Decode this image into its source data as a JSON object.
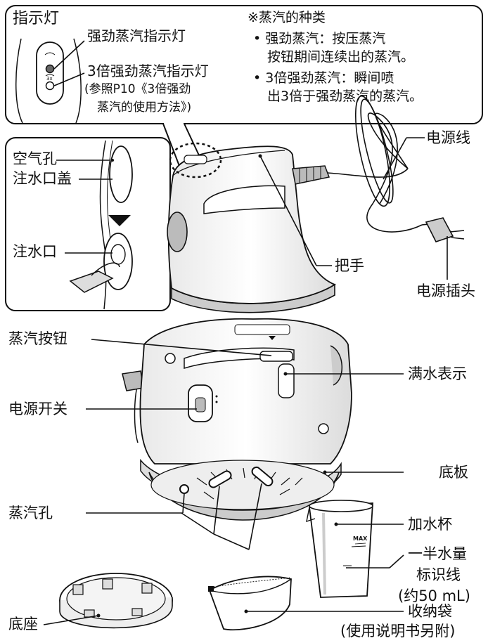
{
  "callout_top": {
    "title": "指示灯",
    "strong_indicator": "强劲蒸汽指示灯",
    "triple_indicator": "3倍强劲蒸汽指示灯",
    "ref_line1": "(参照P10《3倍强劲",
    "ref_line2": "蒸汽的使用方法》)"
  },
  "steam_types": {
    "heading": "※蒸汽的种类",
    "item1_line1": "• 强劲蒸汽：按压蒸汽",
    "item1_line2": "按钮期间连续出的蒸汽。",
    "item2_line1": "• 3倍强劲蒸汽：瞬间喷",
    "item2_line2": "出3倍于强劲蒸汽的蒸汽。"
  },
  "callout_left": {
    "air_hole": "空气孔",
    "water_cap": "注水口盖",
    "water_inlet": "注水口"
  },
  "labels": {
    "power_cord": "电源线",
    "handle": "把手",
    "plug": "电源插头",
    "steam_button": "蒸汽按钮",
    "full_mark": "满水表示",
    "power_switch": "电源开关",
    "base_plate": "底板",
    "steam_holes": "蒸汽孔",
    "water_cup": "加水杯",
    "half_line1": "一半水量",
    "half_line2": "标识线",
    "half_line3": "(约50 mL)",
    "stand": "底座",
    "pouch": "收纳袋",
    "pouch_note": "(使用说明书另附)"
  },
  "tiny_marks": {
    "cup_max": "MAX",
    "device_3x": "3x"
  }
}
